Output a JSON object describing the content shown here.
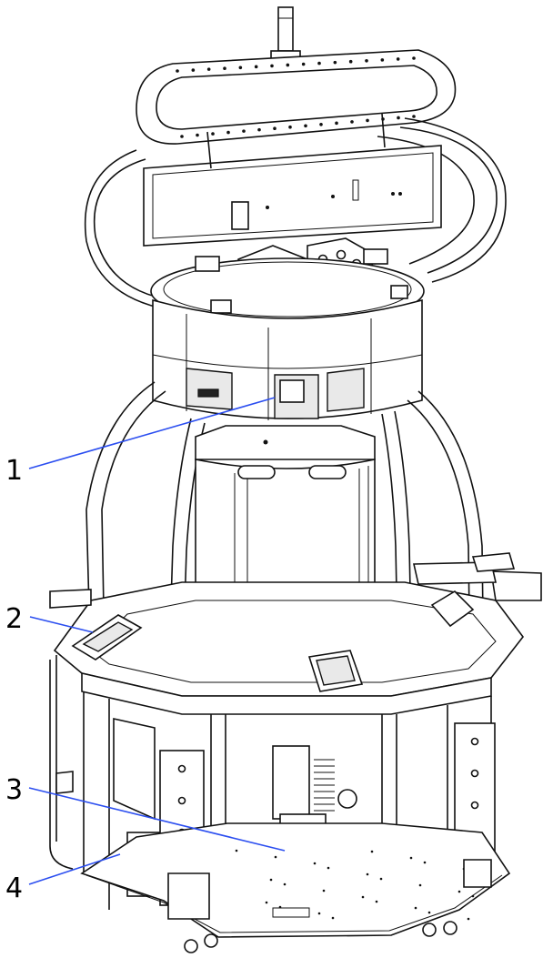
{
  "callouts": [
    {
      "id": "1",
      "label": "1"
    },
    {
      "id": "2",
      "label": "2"
    },
    {
      "id": "3",
      "label": "3"
    },
    {
      "id": "4",
      "label": "4"
    }
  ],
  "colors": {
    "leader_line": "#2b4ef0",
    "line_art": "#111111",
    "background": "#ffffff"
  }
}
